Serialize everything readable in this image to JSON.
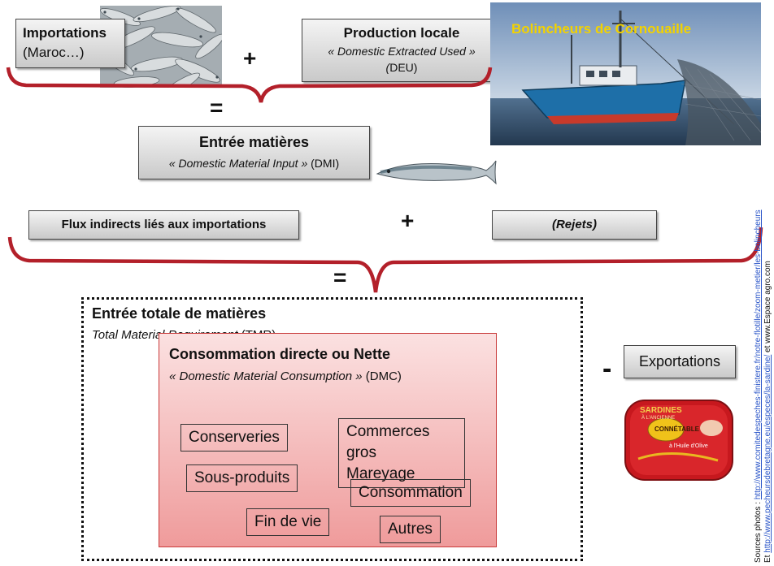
{
  "imports": {
    "title": "Importations",
    "subtitle": "(Maroc…)"
  },
  "local_production": {
    "title": "Production locale",
    "subtitle_quoted": "« Domestic Extracted Used »",
    "abbr_open": "(",
    "abbr": "DEU)"
  },
  "boat_caption": "Bolincheurs de Cornouaille",
  "plus": "+",
  "equals": "=",
  "minus": "-",
  "dmi": {
    "title": "Entrée matières",
    "quoted": "« Domestic Material Input »",
    "abbr": "(DMI)"
  },
  "indirect_flows": "Flux indirects liés aux importations",
  "rejects": "(Rejets)",
  "tmr": {
    "title": "Entrée totale de matières",
    "subtitle_italic": "Total Material Requirement",
    "abbr": "(TMR)"
  },
  "dmc": {
    "title": "Consommation directe ou Nette",
    "quoted": "« Domestic Material Consumption »",
    "abbr": "(DMC)"
  },
  "dmc_items": {
    "conserveries": "Conserveries",
    "commerces_line1": "Commerces gros",
    "commerces_line2": "Mareyage",
    "sous_produits": "Sous-produits",
    "consommation": "Consommation",
    "fin_de_vie": "Fin de vie",
    "autres": "Autres"
  },
  "exports": "Exportations",
  "can": {
    "brand_top": "SARDINES",
    "brand_sub": "À L'ANCIENNE",
    "maker": "CONNÉTABLE",
    "oil": "à l'Huile d'Olive"
  },
  "sources": {
    "line1_prefix": "Sources photos : ",
    "line1_link": "http://www.comitedespeches-finistere.fr/notre-flotille/zoom-metier/les-bolincheurs",
    "line2_prefix": "Et ",
    "line2_link": "http://www.pecheursdebretagne.eu/especes/la-sardine/",
    "line2_suffix": " et www.Espace agro.com"
  },
  "colors": {
    "bracket": "#b3202a",
    "dmc_fill_top": "#fbe1e1",
    "dmc_fill_bottom": "#ef9b9b",
    "caption": "#f2d200"
  }
}
